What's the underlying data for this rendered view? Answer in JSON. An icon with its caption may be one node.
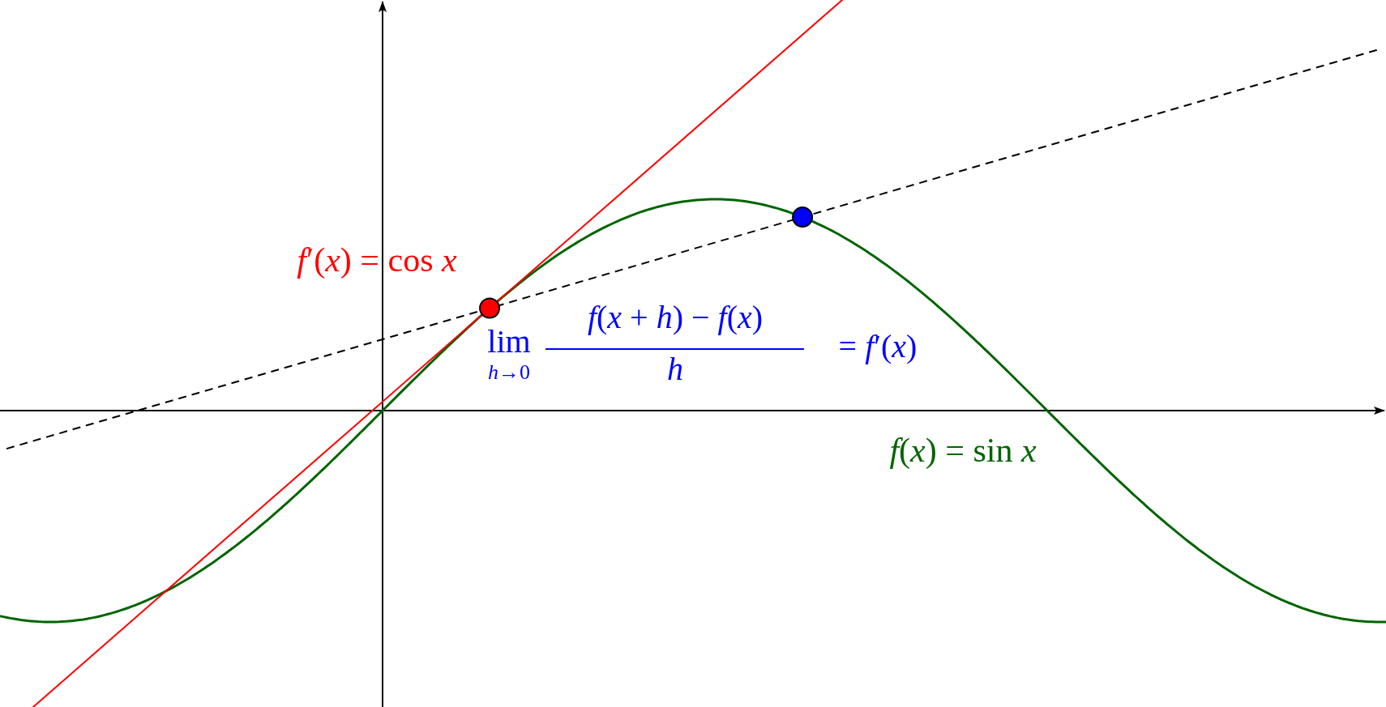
{
  "diagram": {
    "labels": [
      "*f*′(*x*) = cos *x*",
      "lim",
      "*h*→0",
      "*f*(*x* + *h*) − *f*(*x*)",
      "*h*",
      "= *f*′(*x*)",
      "*f*(*x*) = sin *x*"
    ]
  }
}
